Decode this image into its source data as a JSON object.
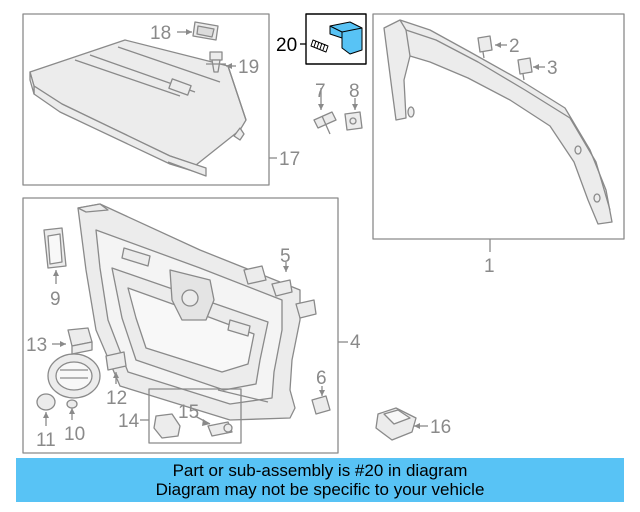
{
  "callouts": {
    "c1": "1",
    "c2": "2",
    "c3": "3",
    "c4": "4",
    "c5": "5",
    "c6": "6",
    "c7": "7",
    "c8": "8",
    "c9": "9",
    "c10": "10",
    "c11": "11",
    "c12": "12",
    "c13": "13",
    "c14": "14",
    "c15": "15",
    "c16": "16",
    "c17": "17",
    "c18": "18",
    "c19": "19",
    "c20": "20"
  },
  "highlighted_part": "20",
  "colors": {
    "highlight": "#58c3f5",
    "line": "#8a8a8a",
    "part_fill": "#ececec"
  },
  "banner": {
    "line1": "Part or sub-assembly is #20 in diagram",
    "line2": "Diagram may not be specific to your vehicle"
  }
}
